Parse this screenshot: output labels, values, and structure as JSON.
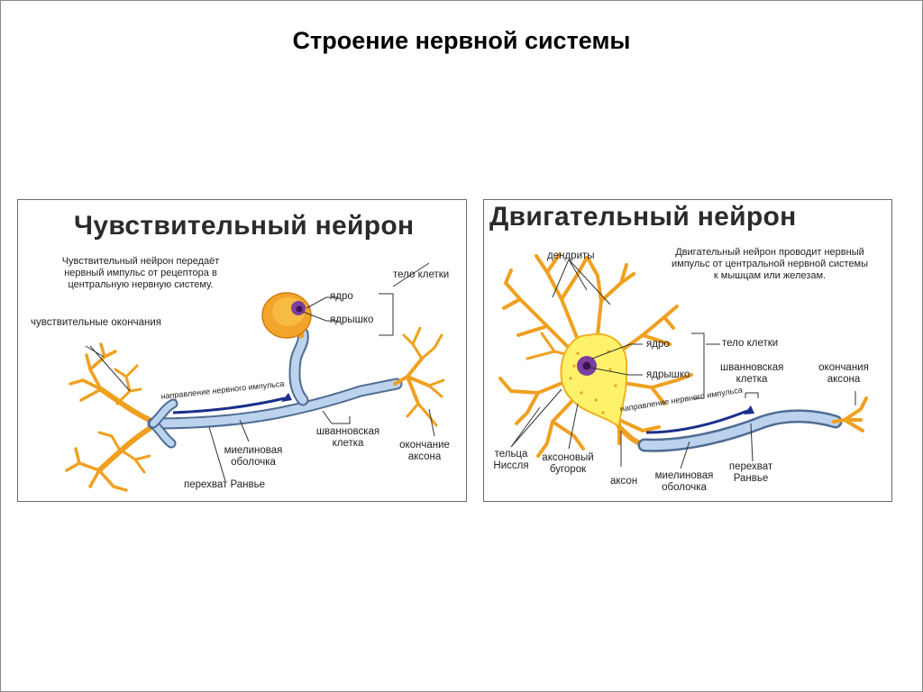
{
  "slide": {
    "title": "Строение нервной системы"
  },
  "sensory": {
    "heading": "Чувствительный нейрон",
    "description": "Чувствительный нейрон передаёт нервный импульс от рецептора в центральную нервную систему.",
    "labels": {
      "endings": "чувствительные окончания",
      "cell_body": "тело клетки",
      "nucleus": "ядро",
      "nucleolus": "ядрышко",
      "impulse": "направление нервного импульса",
      "schwann": "шванновская клетка",
      "myelin": "миелиновая оболочка",
      "ranvier": "перехват Ранвье",
      "axon_ending": "окончание аксона"
    }
  },
  "motor": {
    "heading": "Двигательный нейрон",
    "description": "Двигательный нейрон проводит нервный импульс от центральной нервной системы к мышцам или железам.",
    "labels": {
      "dendrites": "дендриты",
      "nucleus": "ядро",
      "cell_body": "тело клетки",
      "nucleolus": "ядрышко",
      "schwann": "шванновская клетка",
      "axon_endings": "окончания аксона",
      "impulse": "направление нервного импульса",
      "nissl": "тельца Ниссля",
      "hillock": "аксоновый бугорок",
      "axon": "аксон",
      "myelin": "миелиновая оболочка",
      "ranvier": "перехват Ранвье"
    }
  },
  "colors": {
    "nerve_orange": "#f0a020",
    "cell_yellow": "#fff26a",
    "myelin_blue": "#a9c6e6",
    "nucleus_purple": "#7b3fa0",
    "impulse_arrow": "#1a2f8c"
  }
}
